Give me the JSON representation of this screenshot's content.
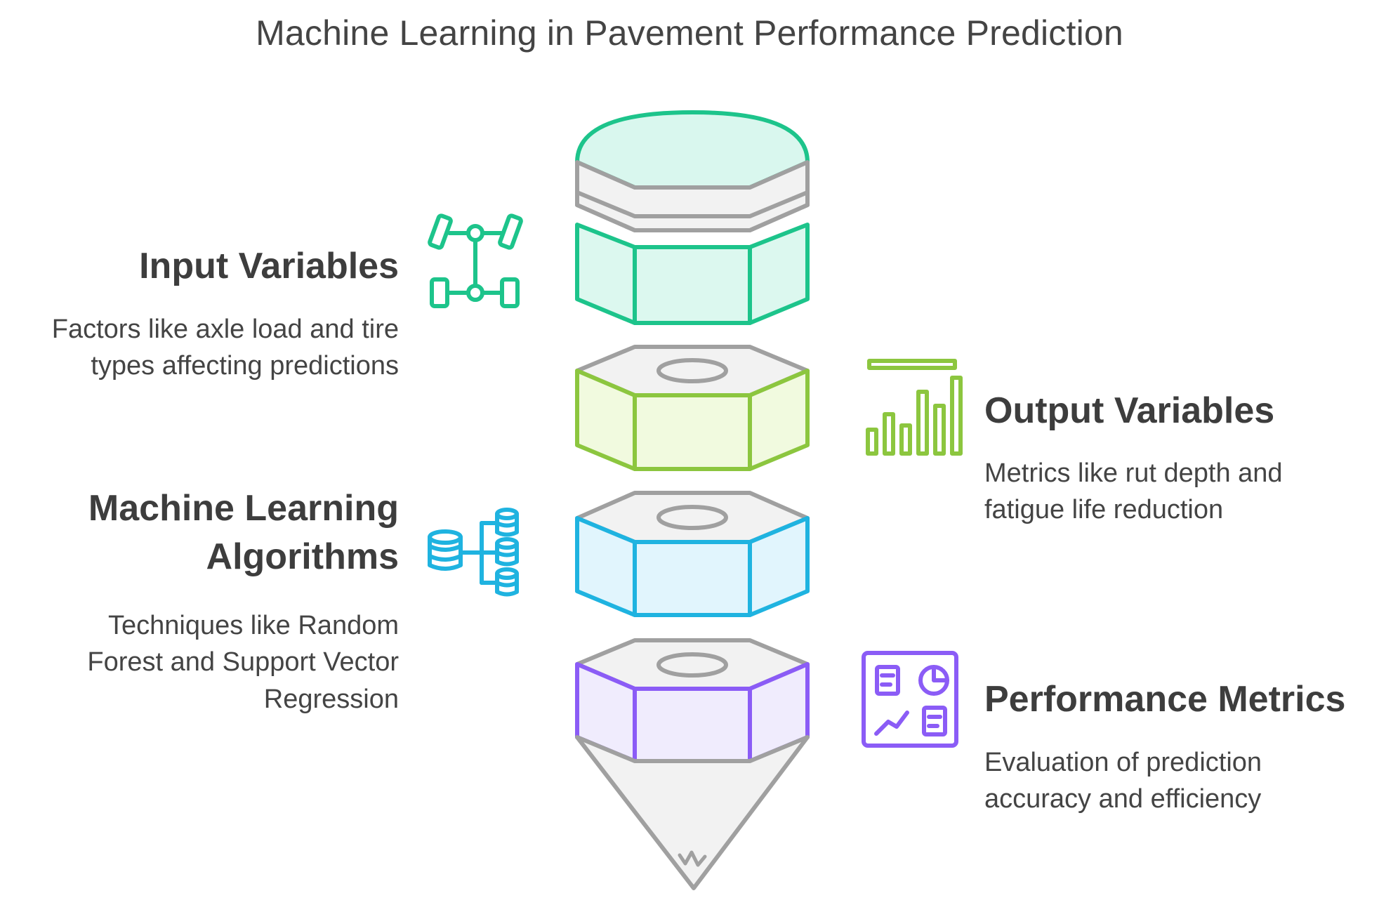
{
  "title": "Machine Learning in Pavement Performance Prediction",
  "sections": [
    {
      "heading": "Input Variables",
      "description": [
        "Factors like axle load and tire",
        "types affecting predictions"
      ],
      "icon": "axle-icon",
      "color": "#1dc48b"
    },
    {
      "heading": "Output Variables",
      "description": [
        "Metrics like rut depth and",
        "fatigue life reduction"
      ],
      "icon": "bar-chart-icon",
      "color": "#8cc63f"
    },
    {
      "heading": [
        "Machine Learning",
        "Algorithms"
      ],
      "description": [
        "Techniques like Random",
        "Forest and Support Vector",
        "Regression"
      ],
      "icon": "database-network-icon",
      "color": "#1fb3e0"
    },
    {
      "heading": "Performance Metrics",
      "description": [
        "Evaluation of prediction",
        "accuracy and efficiency"
      ],
      "icon": "dashboard-icon",
      "color": "#8b5cf6"
    }
  ],
  "colors": {
    "green": "#1dc48b",
    "lime": "#8cc63f",
    "blue": "#1fb3e0",
    "purple": "#8b5cf6",
    "gray": "#a0a0a0"
  }
}
